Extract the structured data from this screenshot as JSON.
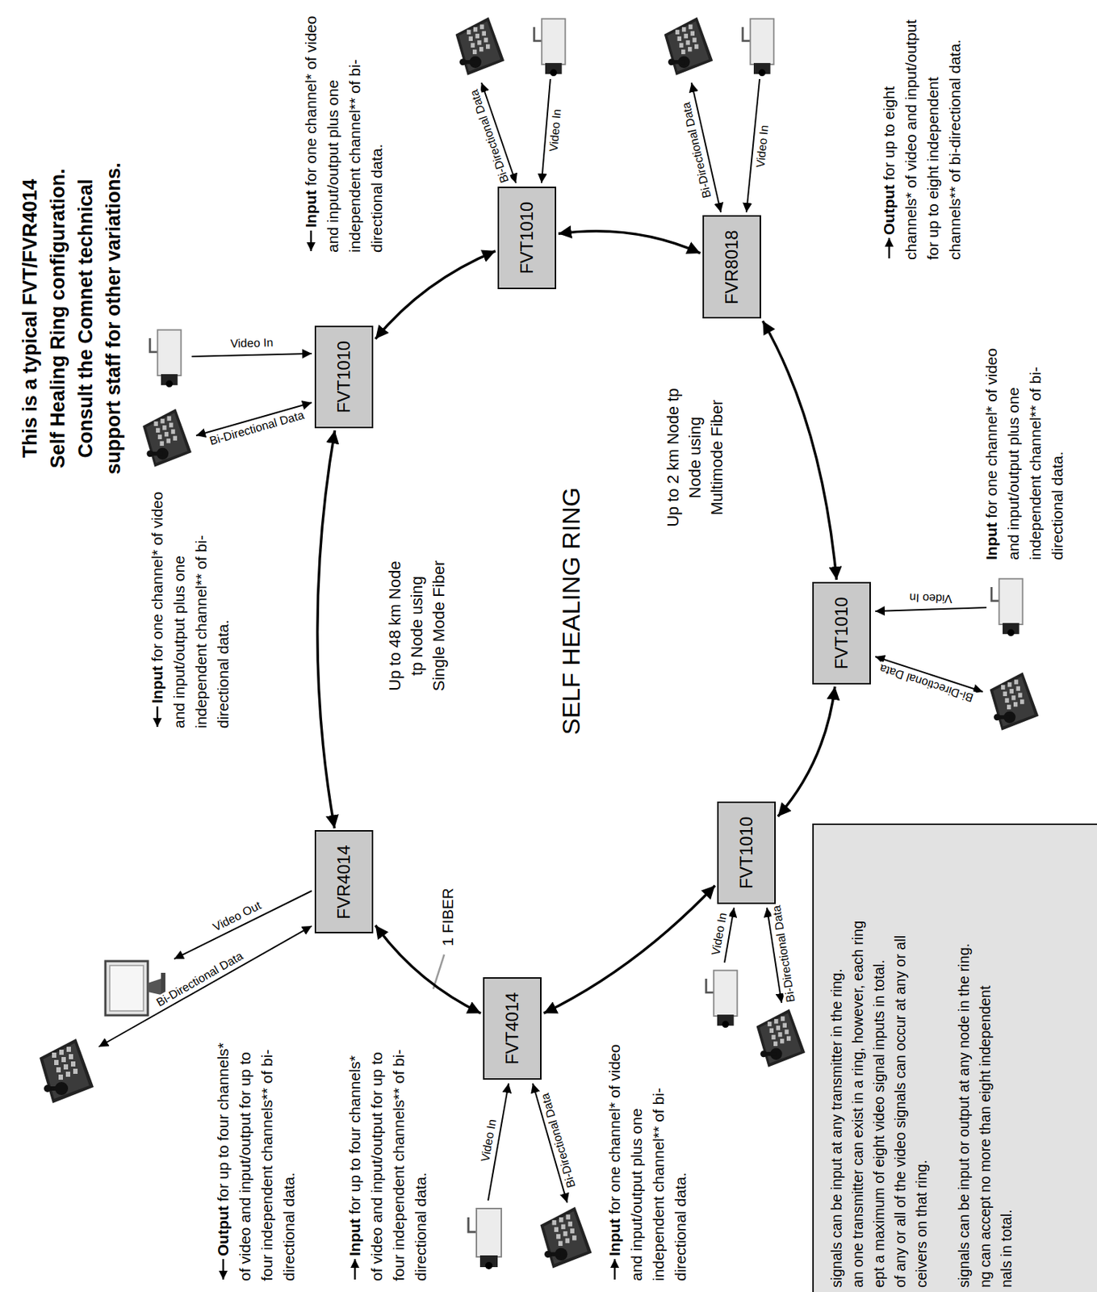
{
  "diagram": {
    "title": "This is a typical FVT/FVR4014 Self Healing Ring configuration. Consult the Comnet technical support staff for other variations.",
    "nodes": [
      {
        "text": [
          "FVR4014"
        ]
      },
      {
        "text": [
          "FVT1010"
        ]
      },
      {
        "text": [
          "FVT1010"
        ]
      },
      {
        "text": [
          "FVR8018"
        ]
      },
      {
        "text": [
          "FVT1010"
        ]
      },
      {
        "text": [
          "FVT1010"
        ]
      },
      {
        "text": [
          "FVT4014"
        ]
      },
      {
        "text": [
          "signals can be input at any transmitter in the ring.",
          "an one transmitter can exist in a ring, however, each ring",
          "ept a maximum of eight video signal inputs in total.",
          "of any or all of the video signals can occur at any or all",
          "ceivers on that ring.",
          "signals can be input or output at any node in the ring.",
          "ng can accept no more than eight independent",
          "nals in total."
        ]
      }
    ],
    "edges": [
      {
        "from": 0,
        "to": 1,
        "arrow": "both"
      },
      {
        "from": 1,
        "to": 2,
        "arrow": "both"
      },
      {
        "from": 2,
        "to": 3,
        "arrow": "both"
      },
      {
        "from": 3,
        "to": 4,
        "arrow": "both"
      },
      {
        "from": 4,
        "to": 5,
        "arrow": "both"
      },
      {
        "from": 5,
        "to": 6,
        "arrow": "both"
      },
      {
        "from": 6,
        "to": 0,
        "arrow": "both"
      }
    ],
    "labels": [
      "SELF HEALING RING",
      "Up to 48 km Node tp Node using Single Mode Fiber",
      "Up to 2 km Node tp Node using Multimode Fiber",
      "1 FIBER",
      "Output for up to four channels* of video and input/output for up to four independent channels** of bi-directional data.",
      "Bi-Directional Data",
      "Video Out",
      "Input for one channel* of video and input/output plus one independent channel** of bi-directional data.",
      "Bi-Directional Data",
      "Video In",
      "Input for one channel* of video and input/output plus one independent channel** of bi-directional data.",
      "Bi-Directional Data",
      "Video In",
      "Output for up to eight channels* of video and input/output for up to eight independent channels** of bi-directional data.",
      "Bi-Directional Data",
      "Video In",
      "Input for one channel* of video and input/output plus one independent channel** of bi-directional data.",
      "Bi-Directional Data",
      "Video In",
      "Input for one channel* of video and input/output plus one independent channel** of bi-directional data.",
      "Video In",
      "Bi-Directional Data",
      "Input for up to four channels* of video and input/output for up to four independent channels** of bi-directional data.",
      "Video In",
      "Bi-Directional Data"
    ]
  }
}
